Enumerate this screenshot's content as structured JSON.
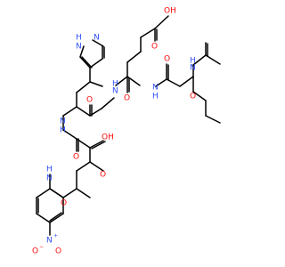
{
  "colors": {
    "bond": "#000000",
    "oxygen": "#ff0d0d",
    "nitrogen": "#3050f8"
  },
  "labels": {
    "oh_glu": "OH",
    "o_glu": "O",
    "o_acetyl": "O",
    "nh_acetyl": "H",
    "n_acetyl": "N",
    "n_imidazole_top": "N",
    "nh_imidazole": "N",
    "h_imidazole": "H",
    "n_amide_1": "N",
    "h_amide_1": "H",
    "o_amide_1": "O",
    "n_amide_2": "N",
    "h_amide_2": "H",
    "o_amide_2": "O",
    "o_amide_3": "O",
    "n_amide_3": "N",
    "h_amide_3": "H",
    "o_amide_4": "O",
    "oh_asp": "OH",
    "o_asp": "O",
    "n_anilide": "N",
    "h_anilide": "H",
    "o_anilide": "O",
    "n_nitro": "N",
    "plus": "+",
    "o_nitro_left": "O",
    "minus": "−",
    "o_nitro_right": "O"
  }
}
